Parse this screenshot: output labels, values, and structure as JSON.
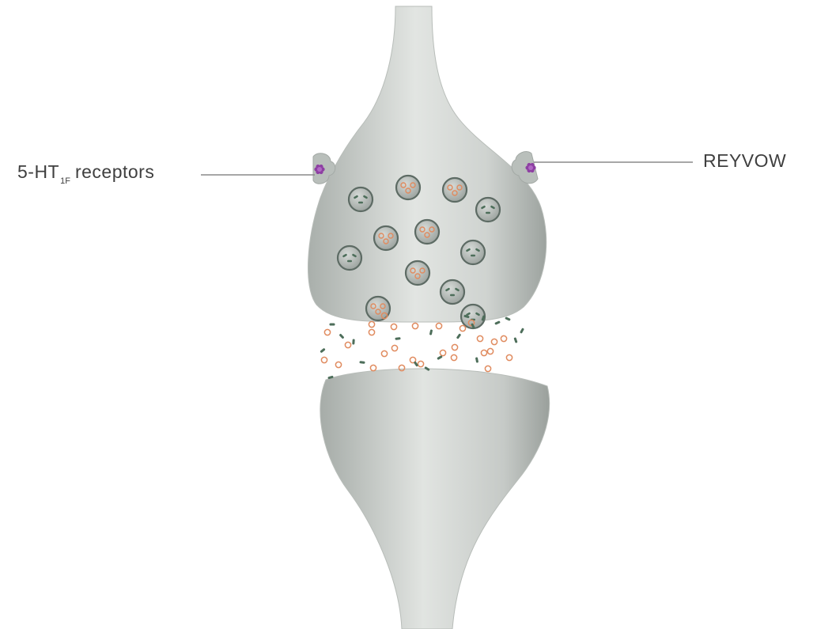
{
  "labels": {
    "left": {
      "main": "5-HT",
      "subscript": "1F",
      "suffix": "receptors"
    },
    "right": "REYVOW"
  },
  "colors": {
    "background": "#ffffff",
    "neuron_light": "#d9dcd9",
    "neuron_mid": "#bcc1bd",
    "neuron_dark": "#959b97",
    "vesicle_fill": "#b6bcb8",
    "vesicle_ring": "#5d6b64",
    "serotonin_orange": "#e08b5f",
    "molecule_green": "#4d6e5a",
    "drug_purple": "#8e3fa3",
    "leader_line": "#8a8a8a",
    "label_text": "#3f3f3f"
  },
  "icons": [
    "vesicle-icon",
    "serotonin-molecule-icon",
    "drug-molecule-icon",
    "receptor-icon"
  ]
}
